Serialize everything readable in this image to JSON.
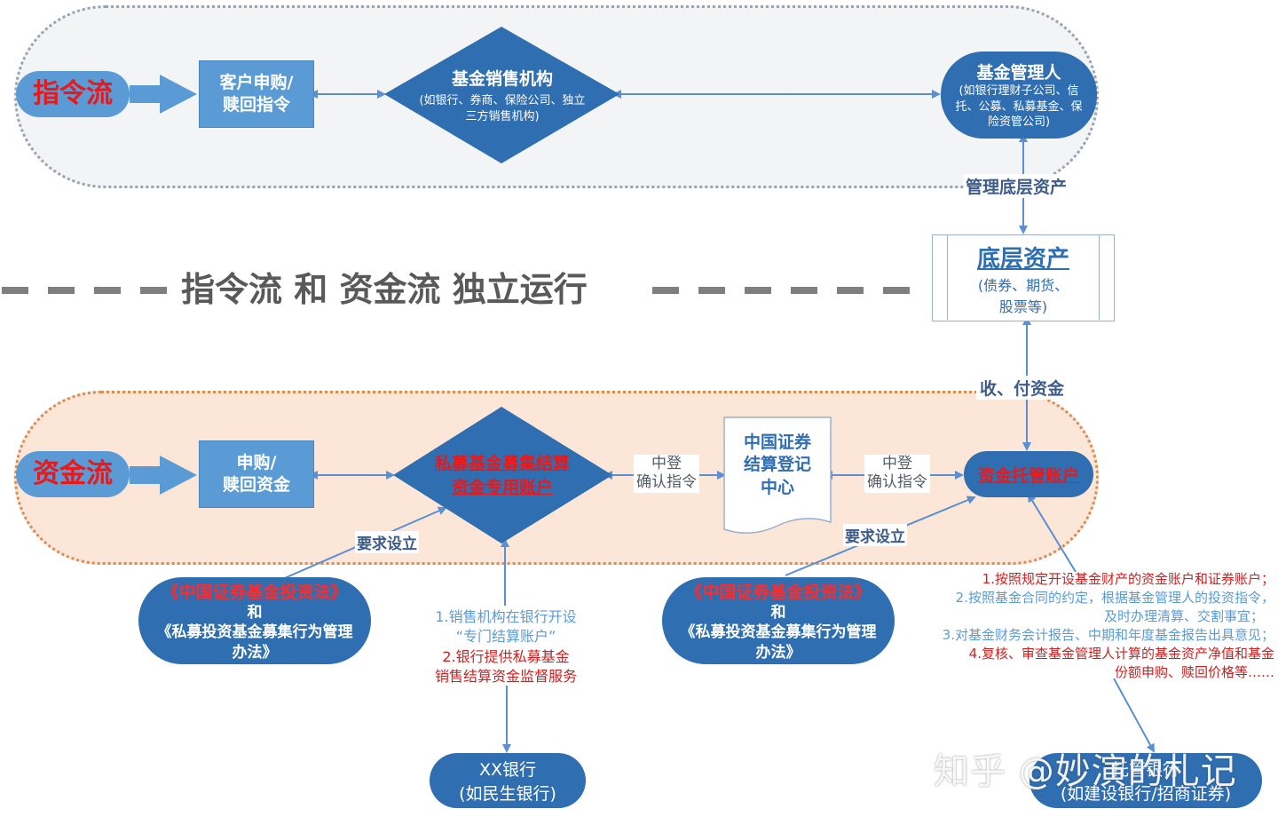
{
  "title": "指令流 和 资金流 独立运行",
  "command_flow": {
    "label": "指令流",
    "client_box": [
      "客户申购/",
      "赎回指令"
    ],
    "sales_org": {
      "title": "基金销售机构",
      "subtitle": "(如银行、券商、保险公司、独立三方销售机构)"
    },
    "manager": {
      "title": "基金管理人",
      "subtitle": "(如银行理财子公司、信托、公募、私募基金、保险资管公司)"
    }
  },
  "labels": {
    "manage_assets": "管理底层资产",
    "receive_pay": "收、付资金",
    "require_setup_left": "要求设立",
    "require_setup_right": "要求设立",
    "csdc_confirm_left": [
      "中登",
      "确认指令"
    ],
    "csdc_confirm_right": [
      "中登",
      "确认指令"
    ]
  },
  "underlying_assets": {
    "title": "底层资产",
    "subtitle": [
      "(债券、期货、",
      "股票等)"
    ]
  },
  "capital_flow": {
    "label": "资金流",
    "client_box": [
      "申购/",
      "赎回资金"
    ],
    "settlement_account": [
      "私募基金募集结算",
      "资金专用账户"
    ],
    "csdc": [
      "中国证券",
      "结算登记",
      "中心"
    ],
    "custody_account": "资金托管账户"
  },
  "laws_left": {
    "line1": "《中国证券基金投资法》",
    "line2": "和",
    "line3": "《私募投资基金募集行为管理",
    "line4": "办法》"
  },
  "laws_right": {
    "line1": "《中国证券基金投资法》",
    "line2": "和",
    "line3": "《私募投资基金募集行为管理",
    "line4": "办法》"
  },
  "bank_notes": {
    "blue": [
      "1.销售机构在银行开设",
      "“专门结算账户”"
    ],
    "red": [
      "2.银行提供私募基金",
      "销售结算资金监督服务"
    ]
  },
  "custody_notes": {
    "red1": "1.按照规定开设基金财产的资金账户和证券账户；",
    "blue2a": "2.按照基金合同的约定，根据基金管理人的投资指令，",
    "blue2b": "及时办理清算、交割事宜；",
    "blue3": "3.对基金财务会计报告、中期和年度基金报告出具意见；",
    "red4a": "4.复核、审查基金管理人计算的基金资产净值和基金",
    "red4b": "份额申购、赎回价格等……"
  },
  "xx_bank": [
    "XX银行",
    "(如民生银行)"
  ],
  "custodian_bank": {
    "line1": "托管银行",
    "line2": "(如建设银行/招商证券)"
  },
  "watermark": "知乎 @妙演的札记",
  "colors": {
    "red": "#e8191b",
    "box_blue": "#5b9bd5",
    "dark_blue": "#2f6eb0",
    "grey_title": "#595959"
  }
}
